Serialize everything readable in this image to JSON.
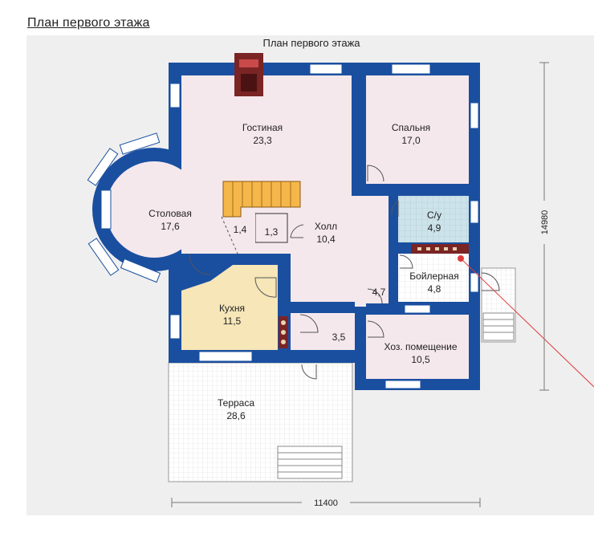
{
  "heading": "План первого этажа",
  "plan_title": "План первого этажа",
  "rooms": [
    {
      "name": "Гостиная",
      "area": "23,3"
    },
    {
      "name": "Спальня",
      "area": "17,0"
    },
    {
      "name": "Столовая",
      "area": "17,6"
    },
    {
      "name": "Холл",
      "area": "10,4"
    },
    {
      "name": "С/у",
      "area": "4,9"
    },
    {
      "name": "Бойлерная",
      "area": "4,8"
    },
    {
      "name": "Кухня",
      "area": "11,5"
    },
    {
      "name": "Хоз. помещение",
      "area": "10,5"
    },
    {
      "name": "Терраса",
      "area": "28,6"
    }
  ],
  "small_areas": [
    "1,4",
    "1,3",
    "4,7",
    "3,5"
  ],
  "dimensions": {
    "width": "11400",
    "height": "14980"
  },
  "colors": {
    "wall": "#1a4fa0",
    "room": "#f5e8ec",
    "kitchen": "#f6e6b8",
    "bath": "#cde3ea",
    "stairs": "#f5b74a",
    "terrace": "#ffffff",
    "background": "#efefef",
    "marker": "#e23b3b"
  }
}
